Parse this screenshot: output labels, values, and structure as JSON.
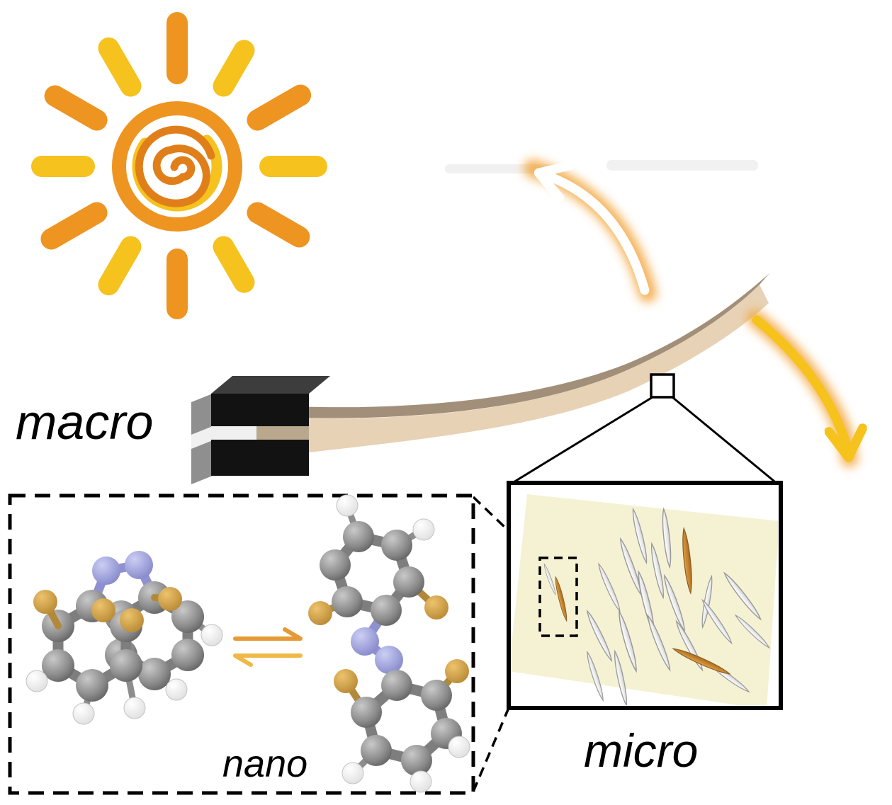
{
  "labels": {
    "macro": "macro",
    "micro": "micro",
    "nano": "nano"
  },
  "colors": {
    "sun_orange": "#ee9420",
    "sun_yellow": "#f5c21e",
    "sun_orange_deep": "#e07f1a",
    "beam_face": "#e7d2b6",
    "beam_top": "#a28f79",
    "clamp_black": "#121212",
    "clamp_top": "#3d3d3d",
    "clamp_side": "#8f8f8f",
    "arrow_white": "#ffffff",
    "arrow_glow": "#f2a53a",
    "arrow_yellow": "#f6c21c",
    "micro_bg": "#f5f2d4",
    "crystal_white": "#efefef",
    "crystal_orange": "#c8812c",
    "atom_carbon": "#8a8a8a",
    "atom_nitrogen": "#9194d4",
    "atom_hydrogen": "#ffffff",
    "atom_halogen": "#d8a84e",
    "equilibrium_top": "#e59a35",
    "equilibrium_bottom": "#f0b844",
    "label_color": "#000000"
  },
  "icons": [
    "sun-icon",
    "cantilever-beam",
    "clamp-icon",
    "bend-up-arrow-icon",
    "bend-down-arrow-icon",
    "zoom-square-icon",
    "micro-inset-box",
    "crystal-needle-icon",
    "nano-inset-box",
    "cis-molecule-icon",
    "trans-molecule-icon",
    "equilibrium-arrows-icon"
  ]
}
